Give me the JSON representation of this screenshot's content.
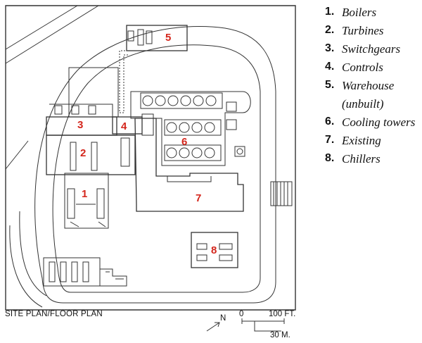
{
  "legend": [
    {
      "num": "1.",
      "text": "Boilers"
    },
    {
      "num": "2.",
      "text": "Turbines"
    },
    {
      "num": "3.",
      "text": "Switchgears"
    },
    {
      "num": "4.",
      "text": "Controls"
    },
    {
      "num": "5.",
      "text": "Warehouse"
    },
    {
      "num": "",
      "text": "(unbuilt)"
    },
    {
      "num": "6.",
      "text": "Cooling towers"
    },
    {
      "num": "7.",
      "text": "Existing"
    },
    {
      "num": "8.",
      "text": "Chillers"
    }
  ],
  "plan_labels": {
    "l1": "1",
    "l2": "2",
    "l3": "3",
    "l4": "4",
    "l5": "5",
    "l6": "6",
    "l7": "7",
    "l8": "8"
  },
  "caption": "SITE PLAN/FLOOR PLAN",
  "north_label": "N",
  "scale": {
    "zero": "0",
    "feet": "100 FT.",
    "meters": "30 M."
  },
  "colors": {
    "label": "#d4261c",
    "line": "#333333"
  }
}
